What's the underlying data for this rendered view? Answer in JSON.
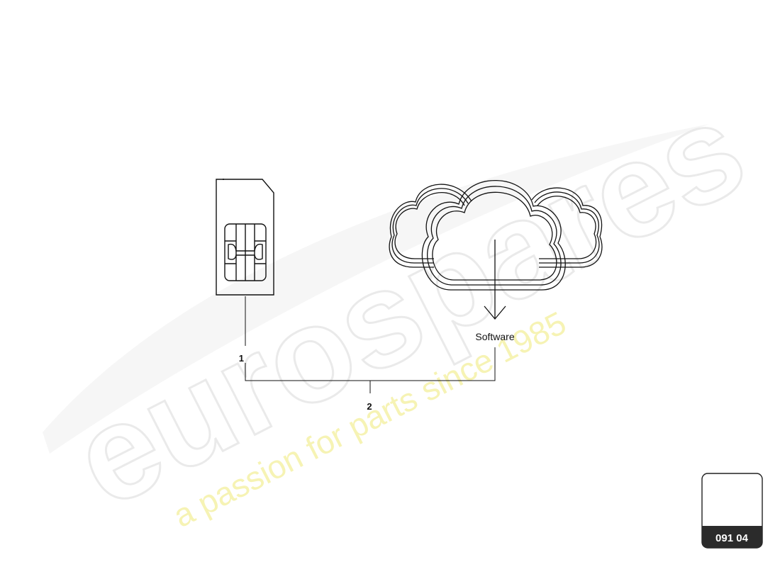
{
  "watermark": {
    "brand": "eurospares",
    "tagline": "a passion for parts since 1985"
  },
  "diagram": {
    "callout_1": "1",
    "callout_2": "2",
    "software_label": "Software"
  },
  "badge": {
    "code": "091 04"
  },
  "icons": [
    "sim-card-icon",
    "cloud-download-icon"
  ]
}
